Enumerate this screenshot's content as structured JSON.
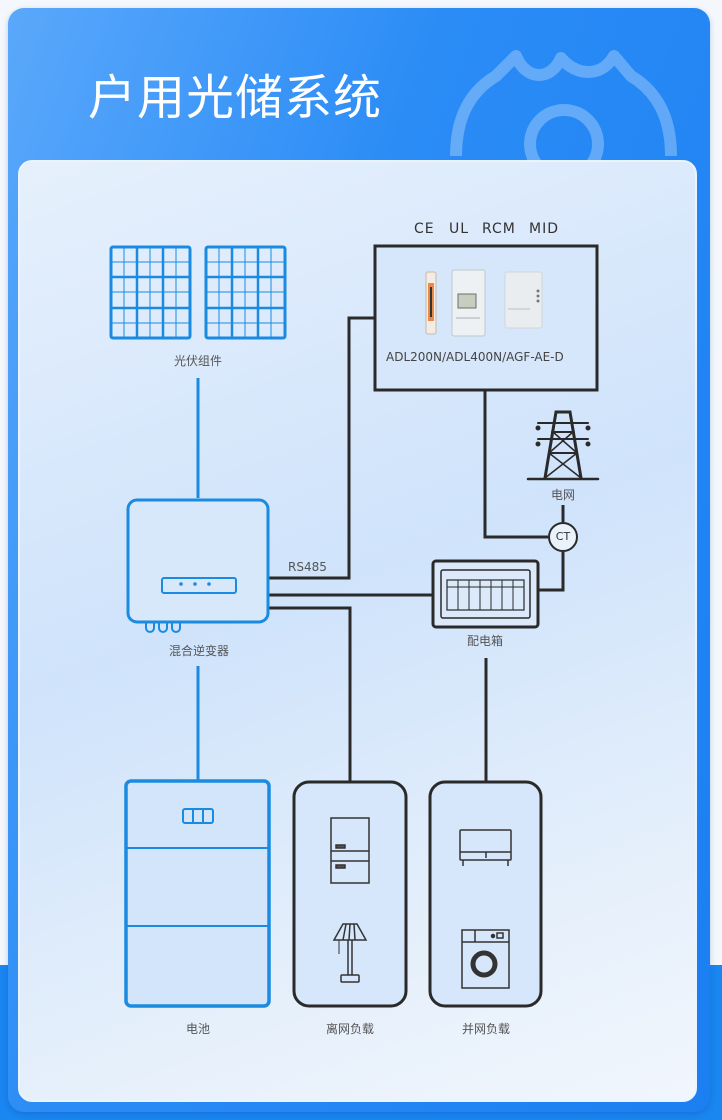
{
  "header": {
    "title": "户用光储系统"
  },
  "colors": {
    "brand_blue": "#1b7ff2",
    "device_blue": "#1a8be0",
    "line_dark": "#2a2a2a"
  },
  "diagram": {
    "meter_box": {
      "certifications": [
        "CE",
        "UL",
        "RCM",
        "MID"
      ],
      "model_label": "ADL200N/ADL400N/AGF-AE-D",
      "icons": [
        "din-rail-meter-icon",
        "three-phase-meter-icon",
        "gateway-module-icon"
      ]
    },
    "nodes": {
      "pv": {
        "label": "光伏组件",
        "icon": "solar-panel-icon"
      },
      "inverter": {
        "label": "混合逆变器",
        "icon": "hybrid-inverter-icon"
      },
      "grid": {
        "label": "电网",
        "icon": "transmission-tower-icon"
      },
      "ct": {
        "label": "CT"
      },
      "distribution_box": {
        "label": "配电箱",
        "icon": "breaker-panel-icon"
      },
      "battery": {
        "label": "电池",
        "icon": "battery-cabinet-icon"
      },
      "offgrid_load": {
        "label": "离网负载",
        "icons": [
          "refrigerator-icon",
          "floor-lamp-icon"
        ]
      },
      "ongrid_load": {
        "label": "并网负载",
        "icons": [
          "sofa-icon",
          "washing-machine-icon"
        ]
      }
    },
    "links": {
      "rs485_label": "RS485"
    }
  }
}
